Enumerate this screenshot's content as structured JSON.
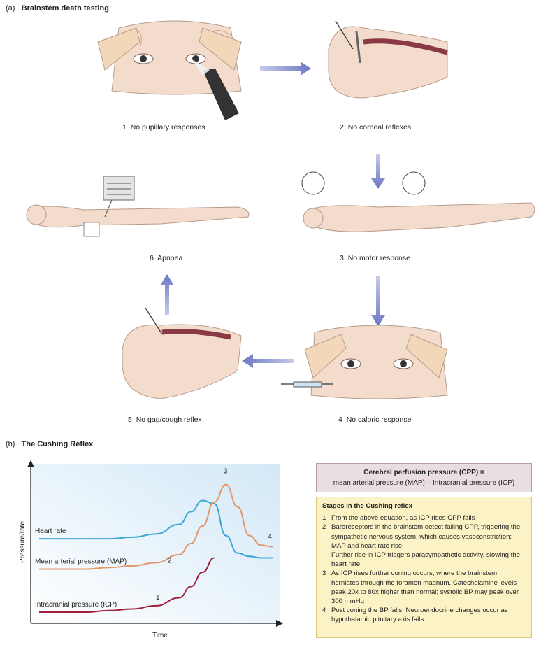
{
  "section_a": {
    "label": "(a)",
    "title": "Brainstem death testing",
    "steps": [
      {
        "num": "1",
        "caption": "No pupillary responses"
      },
      {
        "num": "2",
        "caption": "No corneal reflexes"
      },
      {
        "num": "3",
        "caption": "No motor response"
      },
      {
        "num": "4",
        "caption": "No caloric response"
      },
      {
        "num": "5",
        "caption": "No gag/cough reflex"
      },
      {
        "num": "6",
        "caption": "Apnoea"
      }
    ]
  },
  "section_b": {
    "label": "(b)",
    "title": "The Cushing Reflex"
  },
  "chart_data": {
    "type": "line",
    "xlabel": "Time",
    "ylabel": "Pressure/rate",
    "x": [
      0,
      0.1,
      0.2,
      0.3,
      0.4,
      0.5,
      0.6,
      0.65,
      0.7,
      0.75,
      0.8,
      0.85,
      0.9,
      0.95,
      1.0
    ],
    "series": [
      {
        "name": "Heart rate",
        "color": "#3aa6d6",
        "values": [
          0.53,
          0.53,
          0.53,
          0.53,
          0.54,
          0.56,
          0.62,
          0.7,
          0.77,
          0.75,
          0.55,
          0.44,
          0.42,
          0.41,
          0.41
        ]
      },
      {
        "name": "Mean arterial pressure (MAP)",
        "color": "#e0976a",
        "values": [
          0.34,
          0.34,
          0.34,
          0.35,
          0.36,
          0.38,
          0.43,
          0.5,
          0.61,
          0.76,
          0.87,
          0.73,
          0.55,
          0.49,
          0.48
        ]
      },
      {
        "name": "Intracranial pressure (ICP)",
        "color": "#a3203a",
        "values": [
          0.07,
          0.07,
          0.07,
          0.08,
          0.09,
          0.11,
          0.16,
          0.23,
          0.32,
          0.41,
          null,
          null,
          null,
          null,
          null
        ]
      }
    ],
    "annotations": [
      {
        "text": "1",
        "x": 0.5,
        "y": 0.15
      },
      {
        "text": "2",
        "x": 0.55,
        "y": 0.38
      },
      {
        "text": "3",
        "x": 0.79,
        "y": 0.94
      },
      {
        "text": "4",
        "x": 0.98,
        "y": 0.53
      }
    ]
  },
  "formula": {
    "line1": "Cerebral perfusion pressure (CPP) =",
    "line2": "mean arterial pressure (MAP) – Intracranial pressure (ICP)"
  },
  "stages": {
    "title": "Stages in the Cushing reflex",
    "items": [
      {
        "num": "1",
        "text": "From the above equation, as ICP rises CPP falls"
      },
      {
        "num": "2",
        "text": "Baroreceptors in the brainstem detect falling CPP, triggering the sympathetic nervous system, which causes vasoconstriction: MAP and heart rate rise"
      },
      {
        "num": "",
        "text": "Further rise in ICP triggers parasympathetic activity, slowing the heart rate"
      },
      {
        "num": "3",
        "text": "As ICP rises further coning occurs, where the brainstem herniates through the foramen magnum. Catecholamine levels peak 20x to 80x higher than normal; systolic BP may peak over 300 mmHg"
      },
      {
        "num": "4",
        "text": "Post coning the BP falls. Neuroendocrine changes occur as hypothalamic pituitary axis fails"
      }
    ]
  }
}
